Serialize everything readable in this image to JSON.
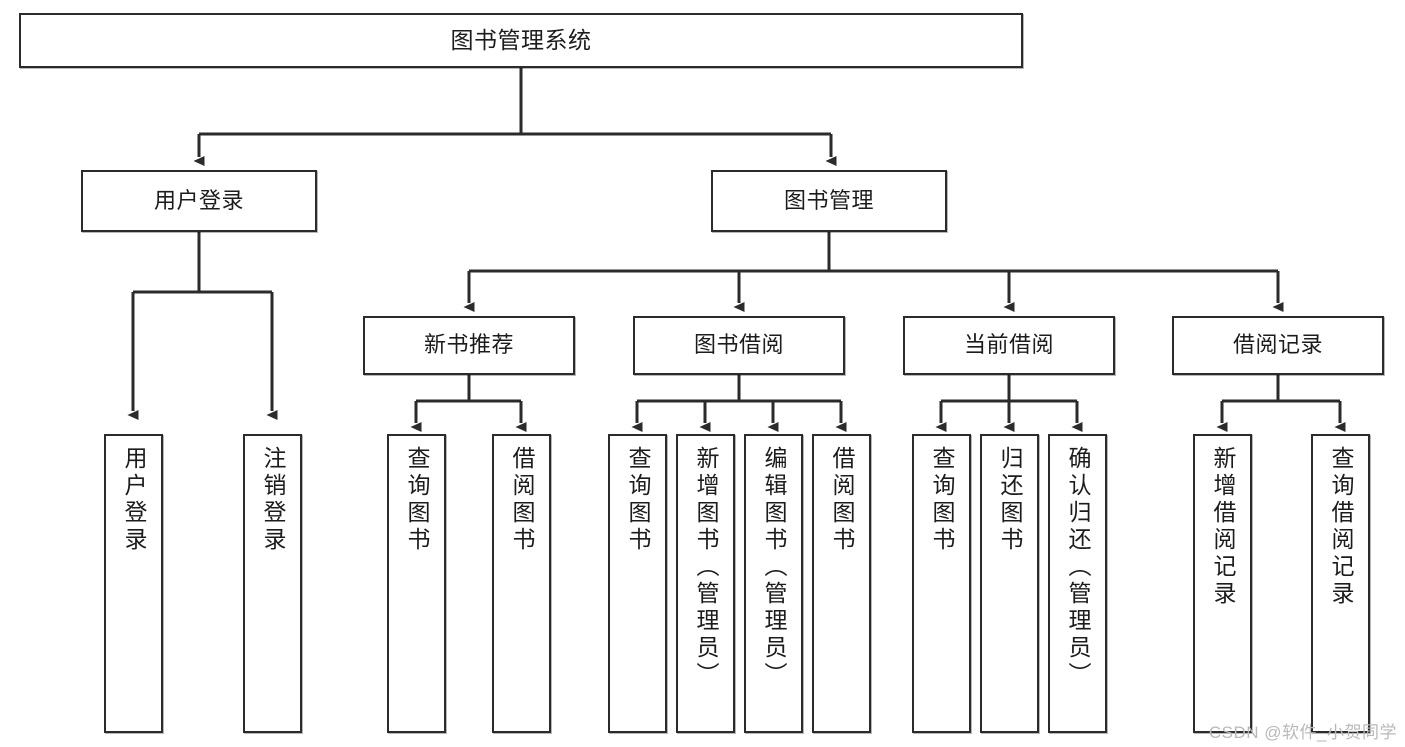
{
  "diagram": {
    "type": "tree-hierarchy",
    "title": "图书管理系统",
    "watermark": "CSDN @软件_小贺同学",
    "colors": {
      "node_border": "#2b2b2b",
      "node_fill": "#ffffff",
      "edge": "#2b2b2b",
      "text": "#1c1c1c",
      "watermark": "#b9b9b9",
      "background": "#ffffff"
    },
    "nodes": {
      "root": {
        "label": "图书管理系统"
      },
      "level2": [
        {
          "id": "user-login",
          "label": "用户登录"
        },
        {
          "id": "book-management",
          "label": "图书管理"
        }
      ],
      "level3": [
        {
          "id": "new-book-recommend",
          "label": "新书推荐"
        },
        {
          "id": "book-borrow",
          "label": "图书借阅"
        },
        {
          "id": "current-borrow",
          "label": "当前借阅"
        },
        {
          "id": "borrow-record",
          "label": "借阅记录"
        }
      ],
      "leaves": {
        "user-login": [
          {
            "id": "leaf-user-login",
            "label": "用户登录"
          },
          {
            "id": "leaf-logout-login",
            "label": "注销登录"
          }
        ],
        "new-book-recommend": [
          {
            "id": "leaf-query-book-1",
            "label": "查询图书"
          },
          {
            "id": "leaf-borrow-book-1",
            "label": "借阅图书"
          }
        ],
        "book-borrow": [
          {
            "id": "leaf-query-book-2",
            "label": "查询图书"
          },
          {
            "id": "leaf-add-book",
            "label": "新增图书（管理员）"
          },
          {
            "id": "leaf-edit-book",
            "label": "编辑图书（管理员）"
          },
          {
            "id": "leaf-borrow-book-2",
            "label": "借阅图书"
          }
        ],
        "current-borrow": [
          {
            "id": "leaf-query-book-3",
            "label": "查询图书"
          },
          {
            "id": "leaf-return-book",
            "label": "归还图书"
          },
          {
            "id": "leaf-confirm-return",
            "label": "确认归还（管理员）"
          }
        ],
        "borrow-record": [
          {
            "id": "leaf-add-record",
            "label": "新增借阅记录"
          },
          {
            "id": "leaf-query-record",
            "label": "查询借阅记录"
          }
        ]
      }
    }
  }
}
